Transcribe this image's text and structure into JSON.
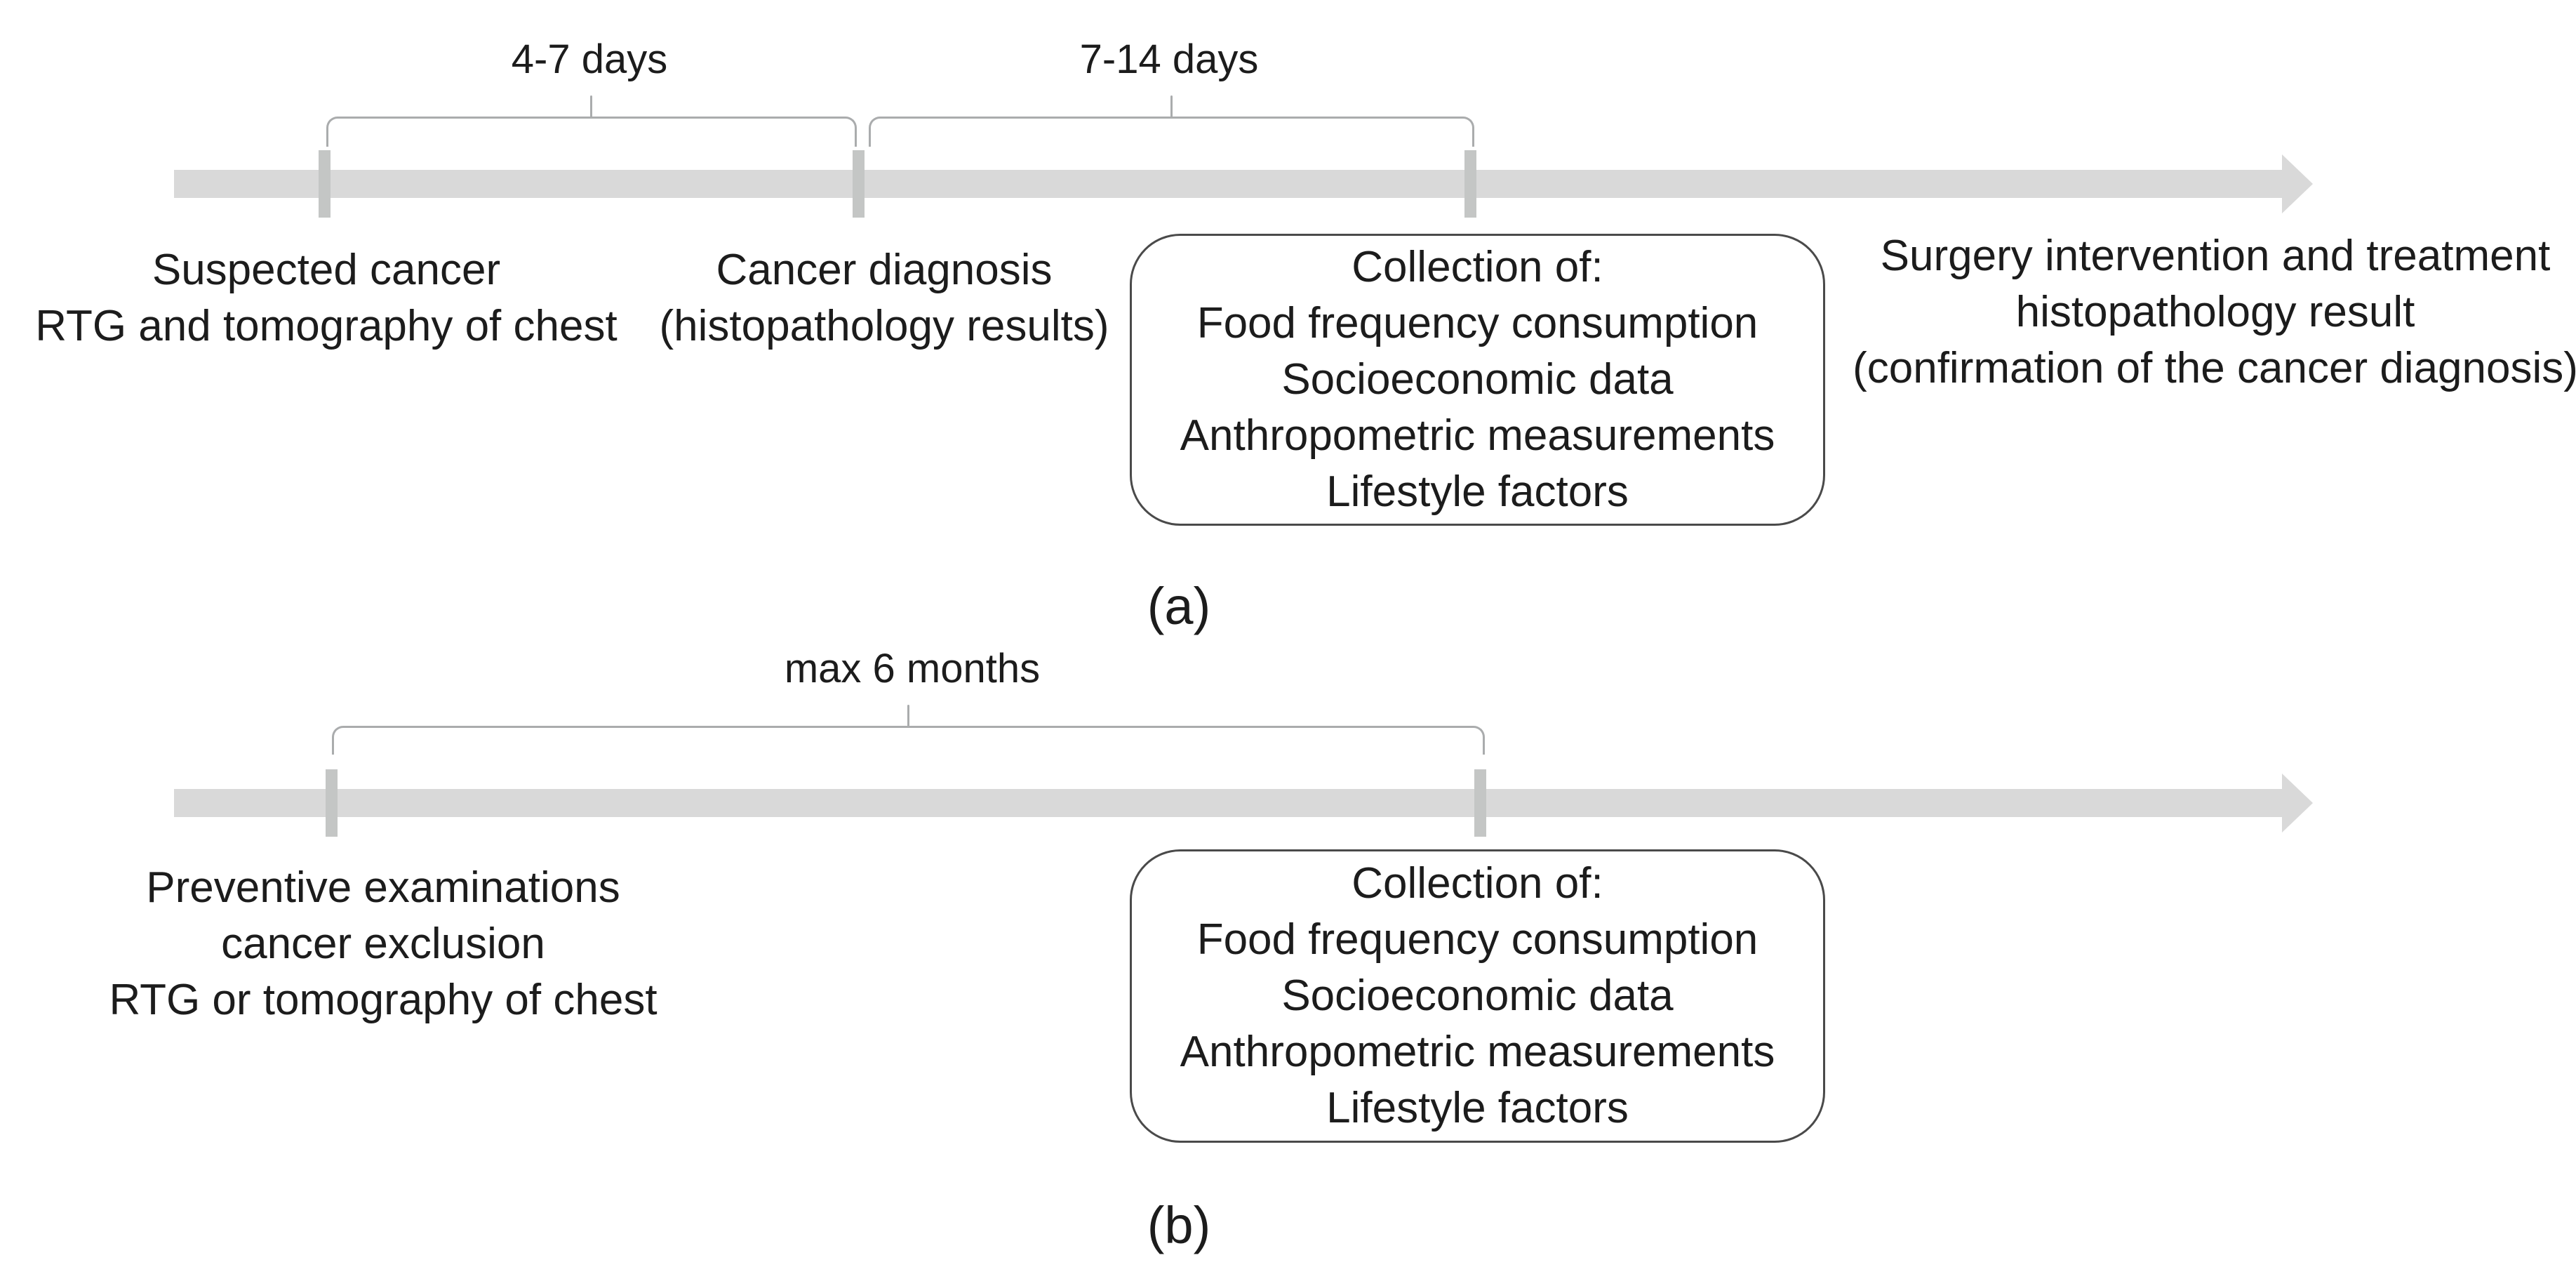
{
  "colors": {
    "background": "#ffffff",
    "arrow": "#d9d9d9",
    "tick": "#c4c6c5",
    "brace": "#aaacad",
    "box_border": "#4a4a4a",
    "text": "#1c1c1c"
  },
  "panel_a": {
    "caption": "(a)",
    "durations": [
      "4-7 days",
      "7-14 days"
    ],
    "events": [
      {
        "lines": [
          "Suspected cancer",
          "RTG and tomography of chest"
        ]
      },
      {
        "lines": [
          "Cancer diagnosis",
          "(histopathology results)"
        ]
      }
    ],
    "collection_box": {
      "lines": [
        "Collection of:",
        "Food frequency consumption",
        "Socioeconomic data",
        "Anthropometric measurements",
        "Lifestyle factors"
      ]
    },
    "end_note": {
      "lines": [
        "Surgery intervention and treatment",
        "histopathology result",
        "(confirmation of the cancer diagnosis)"
      ]
    }
  },
  "panel_b": {
    "caption": "(b)",
    "durations": [
      "max 6 months"
    ],
    "events": [
      {
        "lines": [
          "Preventive examinations",
          "cancer exclusion",
          "RTG or tomography of chest"
        ]
      }
    ],
    "collection_box": {
      "lines": [
        "Collection of:",
        "Food frequency consumption",
        "Socioeconomic data",
        "Anthropometric measurements",
        "Lifestyle factors"
      ]
    }
  }
}
